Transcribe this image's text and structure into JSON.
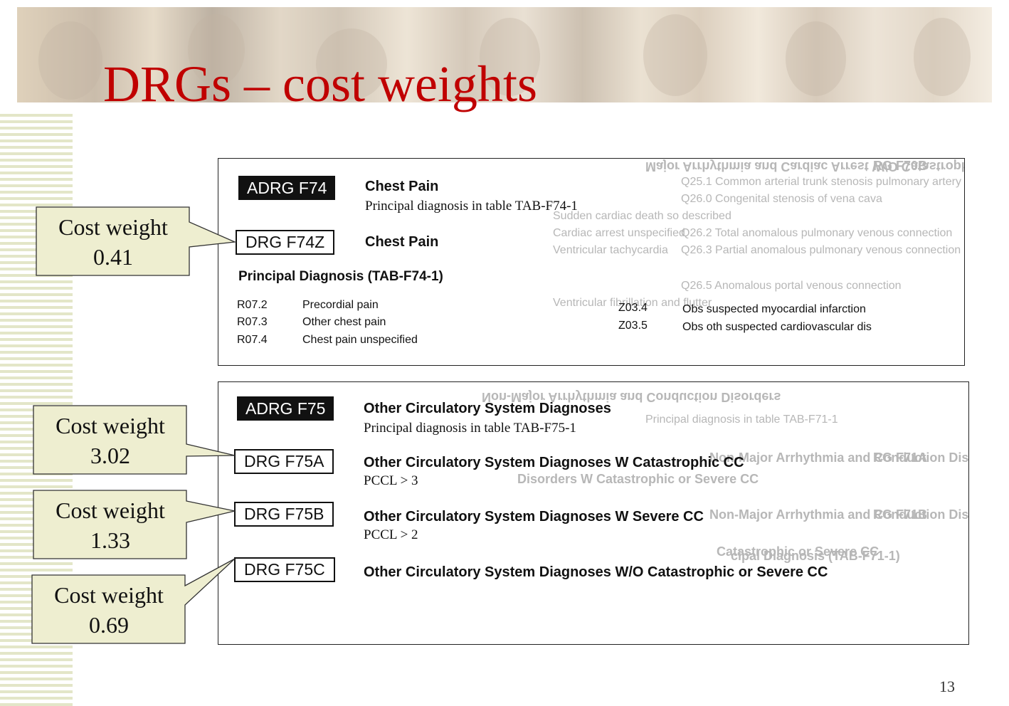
{
  "title": "DRGs – cost weights",
  "page_number": "13",
  "colors": {
    "title": "#c00000",
    "callout_fill": "#eeeed0",
    "stripe": "#e3e6c8"
  },
  "panel1": {
    "adrg": "ADRG F74",
    "adrg_title": "Chest Pain",
    "adrg_sub": "Principal diagnosis in table TAB-F74-1",
    "drg": "DRG F74Z",
    "drg_title": "Chest Pain",
    "pd_heading": "Principal Diagnosis (TAB-F74-1)",
    "rows_left": [
      {
        "code": "R07.2",
        "desc": "Precordial pain"
      },
      {
        "code": "R07.3",
        "desc": "Other chest pain"
      },
      {
        "code": "R07.4",
        "desc": "Chest pain unspecified"
      }
    ],
    "rows_right": [
      {
        "code": "Z03.4",
        "desc": "Obs suspected myocardial infarction"
      },
      {
        "code": "Z03.5",
        "desc": "Obs oth suspected cardiovascular dis"
      }
    ]
  },
  "panel2": {
    "adrg": "ADRG F75",
    "adrg_title": "Other Circulatory System Diagnoses",
    "adrg_sub": "Principal diagnosis in table TAB-F75-1",
    "drgs": [
      {
        "code": "DRG F75A",
        "title": "Other Circulatory System Diagnoses W Catastrophic CC",
        "sub": "PCCL > 3"
      },
      {
        "code": "DRG F75B",
        "title": "Other Circulatory System Diagnoses W Severe CC",
        "sub": "PCCL > 2"
      },
      {
        "code": "DRG F75C",
        "title": "Other Circulatory System Diagnoses W/O Catastrophic or Severe CC",
        "sub": ""
      }
    ]
  },
  "callouts": [
    {
      "label": "Cost weight",
      "value": "0.41"
    },
    {
      "label": "Cost weight",
      "value": "3.02"
    },
    {
      "label": "Cost weight",
      "value": "1.33"
    },
    {
      "label": "Cost weight",
      "value": "0.69"
    }
  ]
}
